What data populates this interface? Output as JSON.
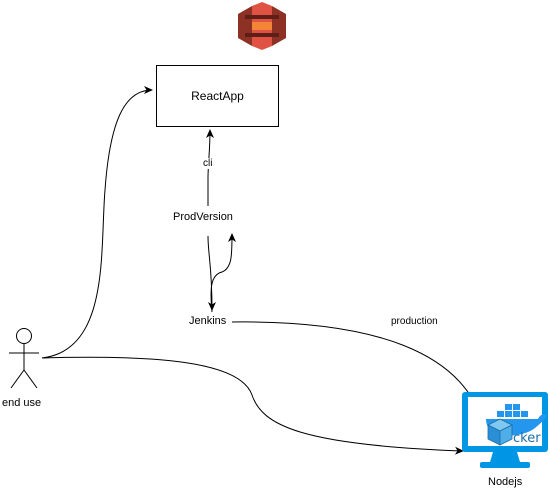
{
  "nodes": {
    "react_app": "ReactApp",
    "prod_version": "ProdVersion",
    "jenkins": "Jenkins",
    "end_user": "end use",
    "nodejs": "Nodejs"
  },
  "edges": {
    "cli": "cli",
    "production": "production"
  },
  "icons": {
    "s3": "aws-s3-bucket-icon",
    "actor": "stick-figure-actor-icon",
    "docker_monitor": "docker-monitor-icon",
    "docker_wordmark": "cker"
  },
  "colors": {
    "s3_red": "#E05243",
    "s3_dark": "#8C3123",
    "monitor_blue": "#0096E6",
    "docker_blue": "#2496ED"
  }
}
